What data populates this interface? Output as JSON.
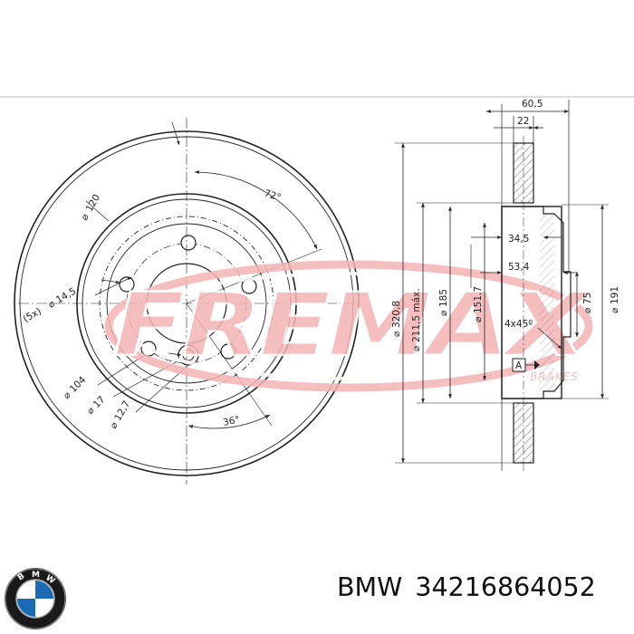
{
  "watermark": {
    "brand": "FREMAX",
    "sub": "BRAKES",
    "color": "#f4b4b4"
  },
  "front_view": {
    "angle_top": "72°",
    "angle_bottom": "36°",
    "d_120": "120",
    "d_104": "104",
    "d_17": "17",
    "d_12_7": "12,7",
    "bolt_holes": "(5x)",
    "d_14_5": "14,5"
  },
  "side_view": {
    "w_60_5": "60,5",
    "w_22": "22",
    "w_34_5": "34,5",
    "w_53_4": "53,4",
    "d_320_8": "320,8",
    "d_211_5": "211,5 máx.",
    "d_185": "185",
    "d_151_7": "151,7",
    "chamfer": "4x45º",
    "d_75": "75",
    "d_191": "191",
    "ref_a": "A"
  },
  "footer": {
    "brand": "BMW",
    "part_number": "34216864052"
  },
  "logo": {
    "text": "BMW",
    "blue": "#1c69b4"
  }
}
